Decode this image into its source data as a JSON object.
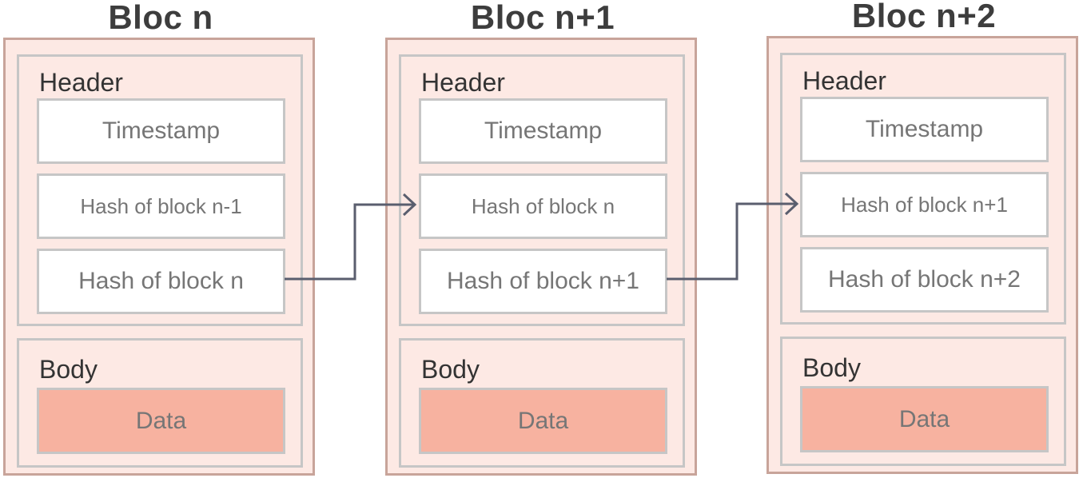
{
  "blocks": [
    {
      "title": "Bloc n",
      "header_label": "Header",
      "fields": [
        "Timestamp",
        "Hash of block n-1",
        "Hash of block n"
      ],
      "body_label": "Body",
      "data_label": "Data"
    },
    {
      "title": "Bloc n+1",
      "header_label": "Header",
      "fields": [
        "Timestamp",
        "Hash of block n",
        "Hash of block n+1"
      ],
      "body_label": "Body",
      "data_label": "Data"
    },
    {
      "title": "Bloc n+2",
      "header_label": "Header",
      "fields": [
        "Timestamp",
        "Hash of block n+1",
        "Hash of block n+2"
      ],
      "body_label": "Body",
      "data_label": "Data"
    }
  ],
  "colors": {
    "outer_border": "#c8a49a",
    "block_fill": "#fde9e4",
    "section_border": "#c6c6c6",
    "data_fill": "#f7b2a0",
    "arrow": "#5a5e6e"
  }
}
